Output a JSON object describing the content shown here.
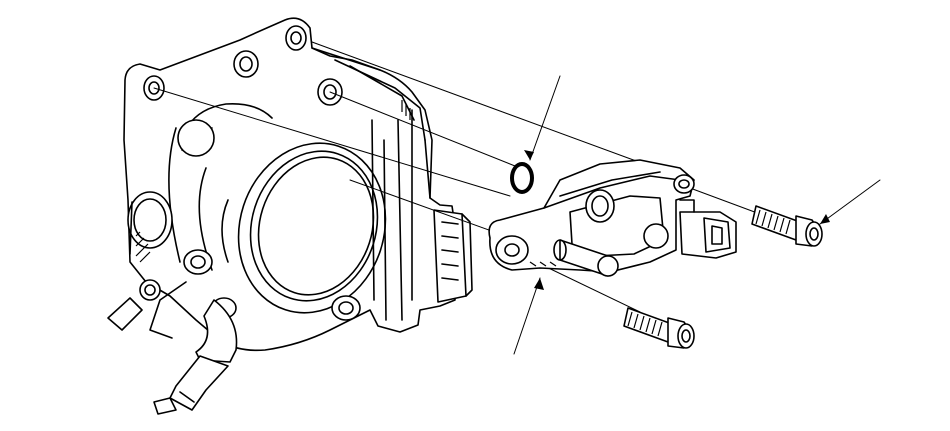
{
  "diagram": {
    "parts": [
      {
        "name": "throttle-body"
      },
      {
        "name": "o-ring"
      },
      {
        "name": "throttle-position-sensor"
      },
      {
        "name": "mounting-bolt-upper"
      },
      {
        "name": "mounting-bolt-lower"
      }
    ],
    "colors": {
      "line": "#000000",
      "background": "#ffffff"
    }
  }
}
